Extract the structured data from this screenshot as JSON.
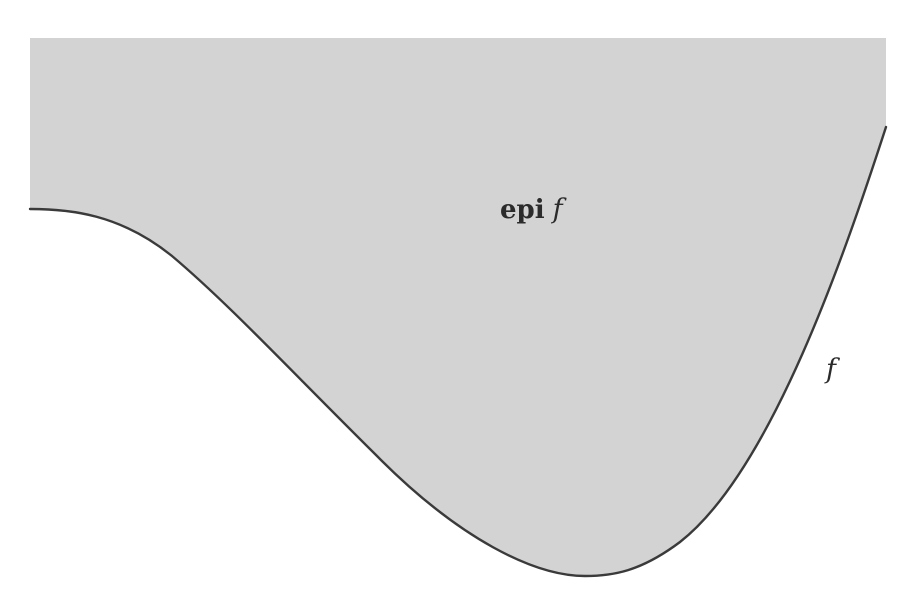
{
  "diagram": {
    "region_label_prefix": "epi",
    "region_label_function": "f",
    "curve_label": "f",
    "colors": {
      "background": "#ffffff",
      "region_fill": "#d3d3d3",
      "curve_stroke": "#3a3a3a",
      "text": "#2b2b2b"
    }
  }
}
